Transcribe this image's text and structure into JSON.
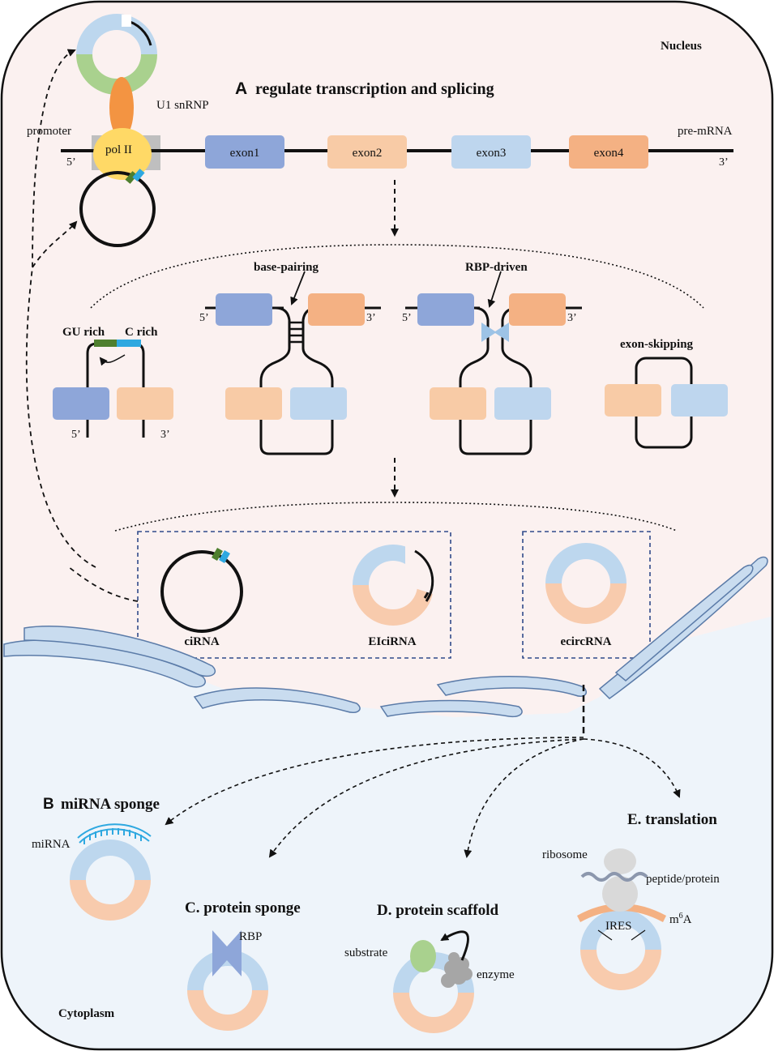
{
  "compartments": {
    "nucleus": "Nucleus",
    "cytoplasm": "Cytoplasm"
  },
  "sectionA": {
    "letter": "A",
    "title": "regulate transcription and splicing",
    "u1": "U1 snRNP",
    "promoter": "promoter",
    "polII": "pol II",
    "premrna": "pre-mRNA",
    "five": "5’",
    "three": "3’",
    "exons": [
      "exon1",
      "exon2",
      "exon3",
      "exon4"
    ],
    "gu_rich": "GU rich",
    "c_rich": "C rich",
    "base_pairing": "base-pairing",
    "rbp_driven": "RBP-driven",
    "exon_skipping": "exon-skipping",
    "products": {
      "ciRNA": "ciRNA",
      "EIciRNA": "EIciRNA",
      "ecircRNA": "ecircRNA"
    }
  },
  "sectionB": {
    "letter": "B",
    "title": "miRNA sponge",
    "mirna": "miRNA"
  },
  "sectionC": {
    "title": "C. protein sponge",
    "rbp": "RBP"
  },
  "sectionD": {
    "title": "D. protein scaffold",
    "substrate": "substrate",
    "enzyme": "enzyme"
  },
  "sectionE": {
    "title": "E. translation",
    "ribosome": "ribosome",
    "peptide": "peptide/protein",
    "ires": "IRES",
    "m6a_base": "m",
    "m6a_sup": "6",
    "m6a_tail": "A"
  },
  "colors": {
    "exon1": "#8EA6D9",
    "exon2": "#F8CBA6",
    "exon3": "#BED6EE",
    "exon4": "#F4B183",
    "circ_blue": "#BDD7EE",
    "circ_peach": "#F8CBAD",
    "nucleus_bg": "#FBF1F0",
    "cyto_bg": "#EEF4FA",
    "green": "#A9D18E",
    "orange": "#F0923F",
    "polII": "#FFD966",
    "grey": "#BFBFBF",
    "u1": "#F39442"
  }
}
